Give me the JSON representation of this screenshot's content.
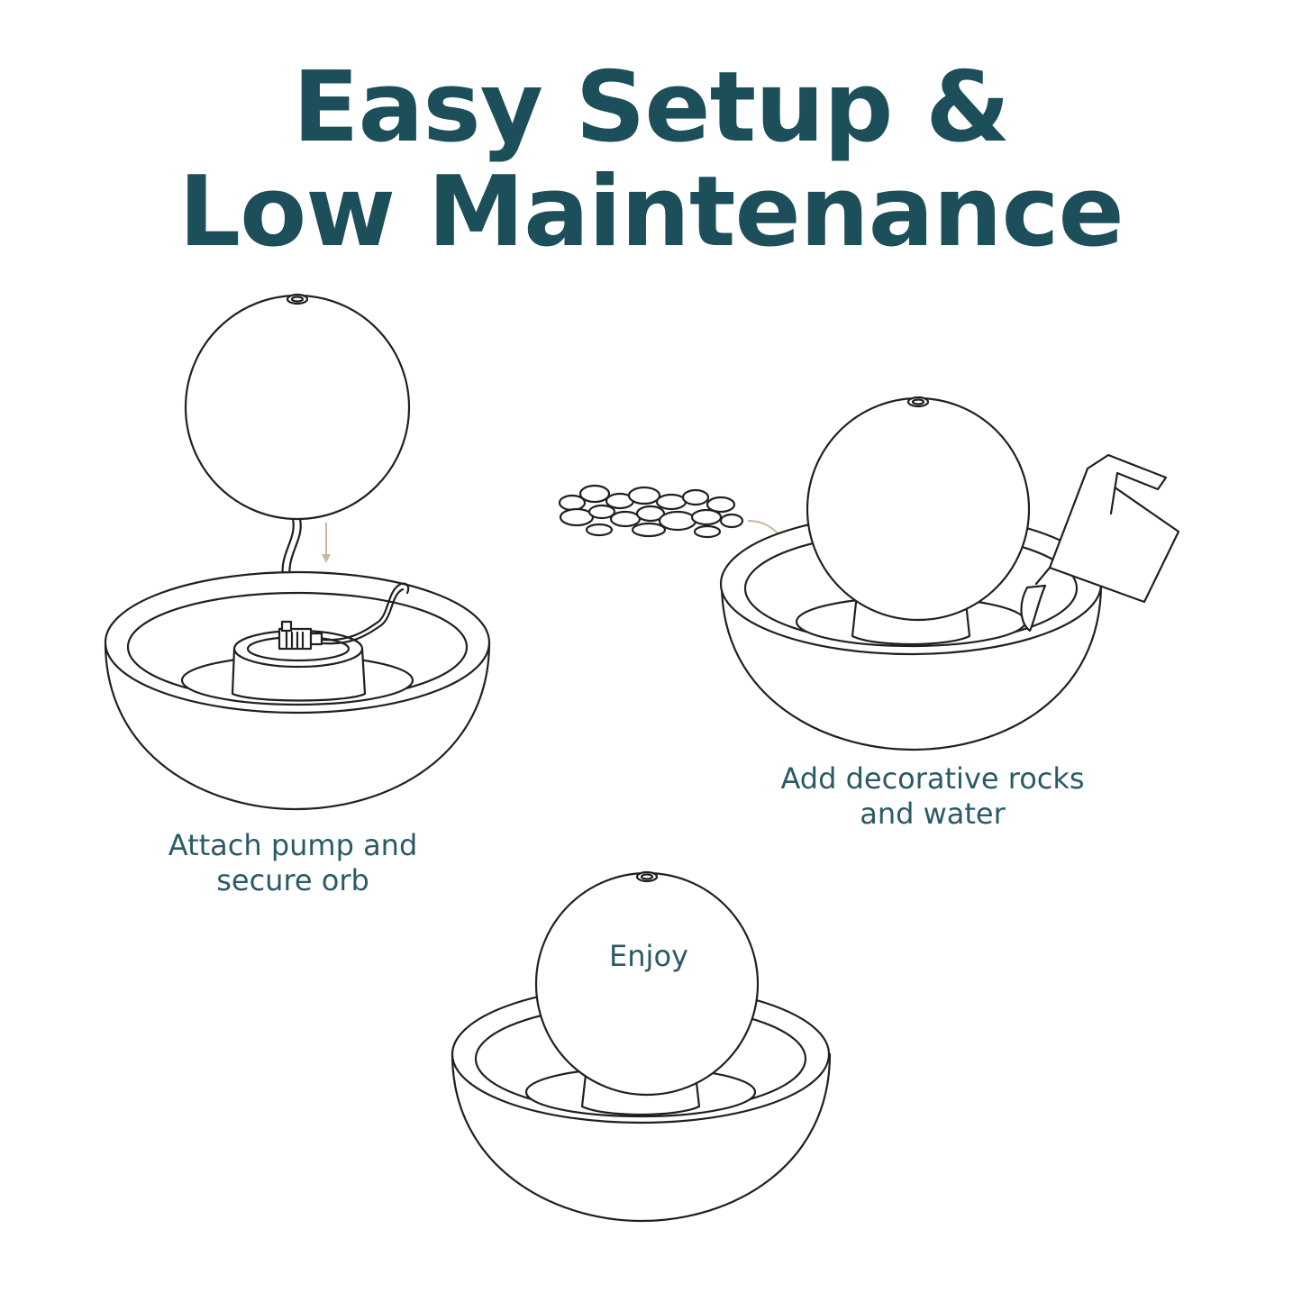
{
  "title": {
    "line1": "Easy Setup &",
    "line2": "Low Maintenance"
  },
  "steps": [
    {
      "caption_line1": "Attach pump and",
      "caption_line2": "secure orb"
    },
    {
      "caption_line1": "Add decorative rocks",
      "caption_line2": "and water"
    },
    {
      "caption_line1": "Enjoy"
    }
  ],
  "colors": {
    "title": "#1d4f5b",
    "caption": "#2a5a66",
    "outline": "#231f20",
    "arrow": "#c9b99a"
  }
}
